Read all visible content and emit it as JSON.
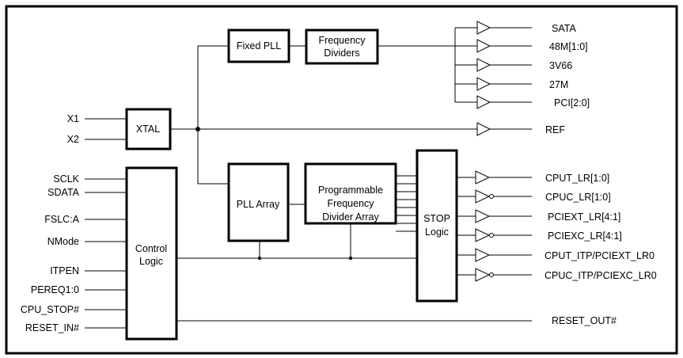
{
  "blocks": {
    "xtal": "XTAL",
    "fixed_pll": "Fixed PLL",
    "freq_dividers": [
      "Frequency",
      "Dividers"
    ],
    "pll_array": "PLL Array",
    "prog_divider": [
      "Programmable",
      "Frequency",
      "Divider Array"
    ],
    "stop_logic": [
      "STOP",
      "Logic"
    ],
    "control_logic": [
      "Control",
      "Logic"
    ]
  },
  "inputs": {
    "x1": "X1",
    "x2": "X2",
    "sclk": "SCLK",
    "sdata": "SDATA",
    "fslc": "FSLC:A",
    "nmode": "NMode",
    "itpen": "ITPEN",
    "pereq": "PEREQ1:0",
    "cpu_stop": "CPU_STOP#",
    "reset_in": "RESET_IN#"
  },
  "outputs": {
    "sata": "SATA",
    "m48": "48M[1:0]",
    "v66": "3V66",
    "m27": "27M",
    "pci": "PCI[2:0]",
    "ref": "REF",
    "cput_lr": "CPUT_LR[1:0]",
    "cpuc_lr": "CPUC_LR[1:0]",
    "pciext_lr": "PCIEXT_LR[4:1]",
    "pciexc_lr": "PCIEXC_LR[4:1]",
    "cput_itp": "CPUT_ITP/PCIEXT_LR0",
    "cpuc_itp": "CPUC_ITP/PCIEXC_LR0",
    "reset_out": "RESET_OUT#"
  }
}
